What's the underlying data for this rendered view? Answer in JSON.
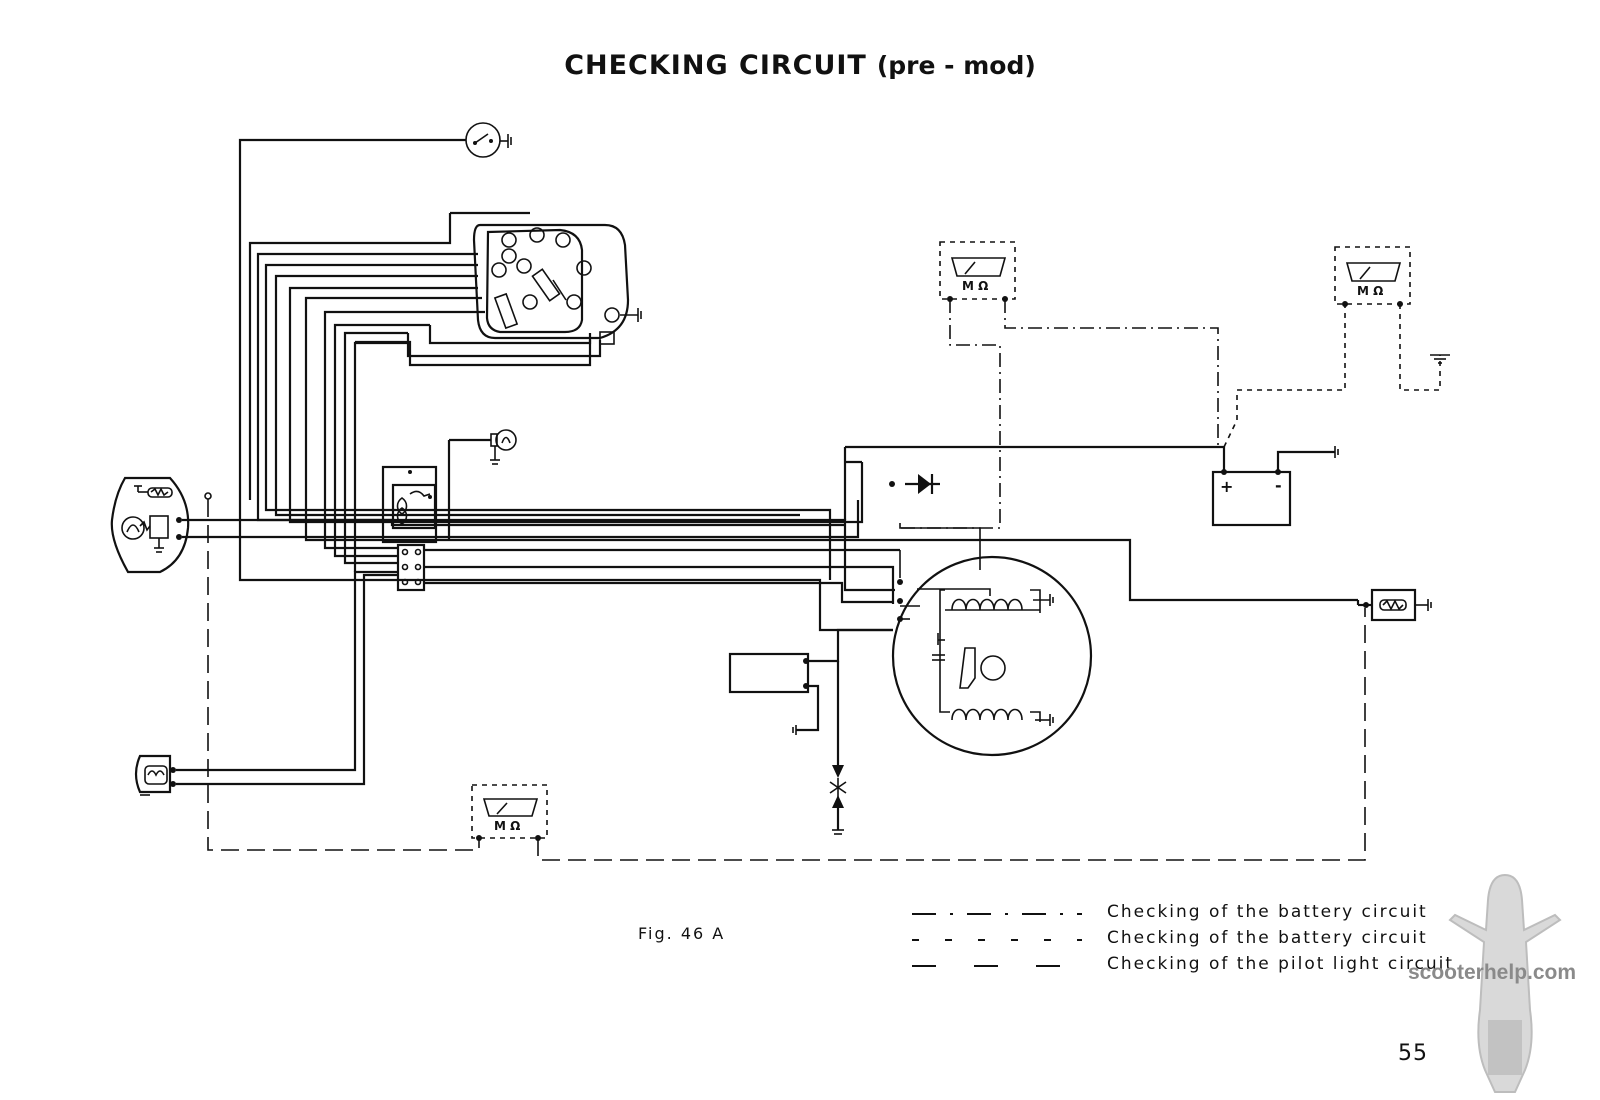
{
  "title": "CHECKING CIRCUIT",
  "title_suffix": "(pre - mod)",
  "figure_label": "Fig. 46 A",
  "meter_label": "M Ω",
  "battery_plus": "+",
  "battery_minus": "-",
  "legend": [
    {
      "line_style": "dash-dot",
      "text": "Checking of the battery circuit"
    },
    {
      "line_style": "short-dash",
      "text": "Checking of the battery circuit"
    },
    {
      "line_style": "long-dash",
      "text": "Checking of the pilot light circuit"
    }
  ],
  "page_number": "55",
  "watermark": "scooterhelp.com",
  "ink_color": "#111111",
  "watermark_color": "#8a8a8a",
  "icons": [
    "switch-icon",
    "lamp-icon",
    "fuse-icon",
    "diode-icon",
    "battery-icon",
    "megohmmeter-icon",
    "coil-icon",
    "spark-plug-icon",
    "ground-icon",
    "scooter-logo-icon"
  ]
}
